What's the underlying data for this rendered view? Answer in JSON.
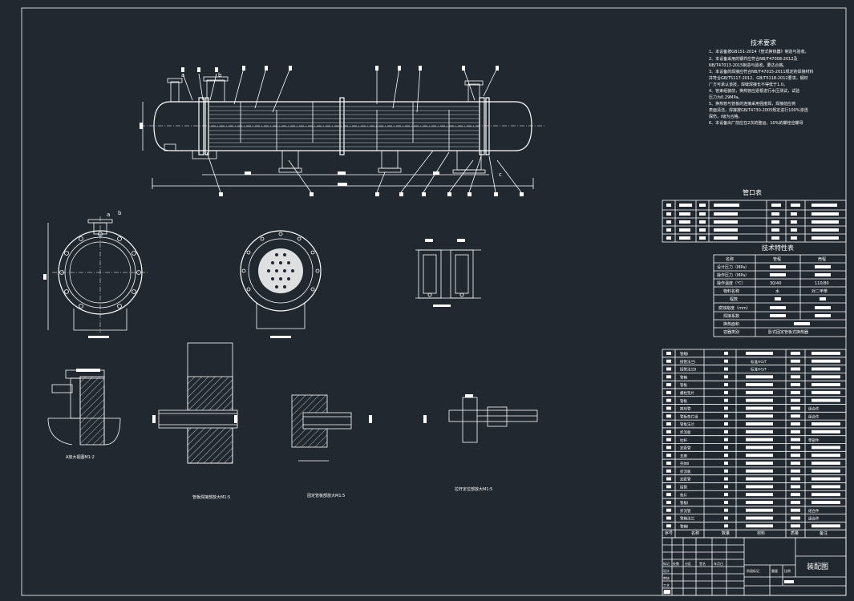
{
  "tech_requirements": {
    "title": "技术要求",
    "lines": [
      "1、本设备按GB151-2014《管式换热器》制造与验收。",
      "2、本设备采用的钢件应符合NB/T47008-2012及",
      "NB/T47013-2015制造与验收，要达合格。",
      "3、本设备的焊接应符合NB/T47015-2011规定的焊接材料",
      "并符合GB/T5117-2012、GB/T5118-2012要求，钢材",
      "厂方可承认该技，焊缝焊接长不得低于1.0。",
      "4、管束组装前，换热管应逐根进行水压测试，试验",
      "压力为0.29MPa。",
      "5、换热管与管板的连接采用强度焊，焊接前应将",
      "表面清洁，焊接按GB/T4730-2005规定进行100%渗透",
      "探伤，Ⅰ级为合格。",
      "6、本设备出厂前应在2次的整运，10%的螺栓应螺母"
    ]
  },
  "nozzle_table": {
    "title": "管口表"
  },
  "tech_char_table": {
    "title": "技术特性表",
    "header": [
      "名称",
      "管程",
      "壳程"
    ],
    "rows": [
      [
        "设计压力（MPa）",
        "",
        ""
      ],
      [
        "操作压力（MPa）",
        "",
        ""
      ],
      [
        "操作温度（℃）",
        "30/40",
        "110/80"
      ],
      [
        "物料名称",
        "水",
        "对二甲苯"
      ],
      [
        "程数",
        "",
        ""
      ],
      [
        "腐蚀裕度（mm）",
        "",
        ""
      ],
      [
        "焊接系数",
        "",
        ""
      ],
      [
        "换热面积",
        "",
        ""
      ],
      [
        "容器类别",
        "卧式固定管板式换热器",
        ""
      ]
    ]
  },
  "parts_list": {
    "rows": [
      [
        "管箱Ⅰ",
        "",
        ""
      ],
      [
        "接管法兰Ⅰ",
        "标准HG/T",
        ""
      ],
      [
        "接管法兰Ⅱ",
        "标准HG/T",
        ""
      ],
      [
        "管箱",
        "",
        ""
      ],
      [
        "管板",
        "",
        ""
      ],
      [
        "螺栓垫片",
        "",
        ""
      ],
      [
        "管板",
        "",
        ""
      ],
      [
        "换热管",
        "",
        "组合件"
      ],
      [
        "管板垫片组",
        "",
        "组合件"
      ],
      [
        "管板法兰",
        "",
        ""
      ],
      [
        "折流板",
        "",
        ""
      ],
      [
        "拉杆",
        "",
        "零部件"
      ],
      [
        "定距管",
        "",
        ""
      ],
      [
        "支座",
        "",
        ""
      ],
      [
        "壳体Ⅱ",
        "",
        ""
      ],
      [
        "折流板",
        "",
        ""
      ],
      [
        "定距管",
        "",
        ""
      ],
      [
        "接管",
        "",
        ""
      ],
      [
        "垫片",
        "",
        ""
      ],
      [
        "管板Ⅰ",
        "",
        ""
      ],
      [
        "折流管",
        "",
        "组合件"
      ],
      [
        "管箱法兰",
        "",
        "组合件"
      ],
      [
        "管箱Ⅰ",
        "",
        ""
      ]
    ],
    "footer": [
      "序号",
      "名称",
      "数量",
      "材料",
      "质量",
      "备注"
    ]
  },
  "title_block": {
    "drawing_name": "装配图",
    "labels": [
      "标记",
      "处数",
      "分区",
      "签名",
      "年月日",
      "阶段标记",
      "重量",
      "比例",
      "设计",
      "审核",
      "工艺",
      "批准"
    ]
  },
  "view_labels": {
    "a": "a",
    "b": "b",
    "c": "c",
    "view1": "A放大视图M1:2",
    "view2": "管板焊接部放大M1:5",
    "view3": "固定管板部放大M1:5",
    "view4": "拉杆定位部放大M1:5"
  }
}
